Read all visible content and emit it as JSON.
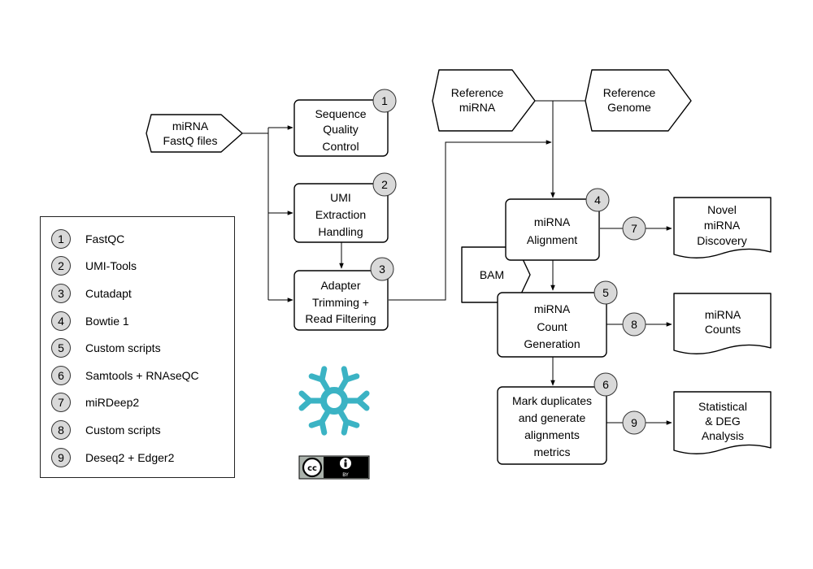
{
  "inputs": {
    "fastq": [
      "miRNA",
      "FastQ files"
    ],
    "ref_mirna": [
      "Reference",
      "miRNA"
    ],
    "ref_genome": [
      "Reference",
      "Genome"
    ],
    "bam": "BAM"
  },
  "steps": {
    "qc": {
      "lines": [
        "Sequence",
        "Quality",
        "Control"
      ],
      "badge": "1"
    },
    "umi": {
      "lines": [
        "UMI",
        "Extraction",
        "Handling"
      ],
      "badge": "2"
    },
    "adapter": {
      "lines": [
        "Adapter",
        "Trimming +",
        "Read Filtering"
      ],
      "badge": "3"
    },
    "alignment": {
      "lines": [
        "miRNA",
        "Alignment"
      ],
      "badge": "4"
    },
    "count": {
      "lines": [
        "miRNA",
        "Count",
        "Generation"
      ],
      "badge": "5"
    },
    "markdup": {
      "lines": [
        "Mark duplicates",
        "and generate",
        "alignments",
        "metrics"
      ],
      "badge": "6"
    }
  },
  "connectors": {
    "novel": "7",
    "counts": "8",
    "stats": "9"
  },
  "outputs": {
    "novel": [
      "Novel",
      "miRNA",
      "Discovery"
    ],
    "counts": [
      "miRNA",
      "Counts"
    ],
    "stats": [
      "Statistical",
      "& DEG",
      "Analysis"
    ]
  },
  "legend": [
    {
      "num": "1",
      "label": "FastQC"
    },
    {
      "num": "2",
      "label": "UMI-Tools"
    },
    {
      "num": "3",
      "label": "Cutadapt"
    },
    {
      "num": "4",
      "label": "Bowtie 1"
    },
    {
      "num": "5",
      "label": "Custom scripts"
    },
    {
      "num": "6",
      "label": "Samtools + RNAseQC"
    },
    {
      "num": "7",
      "label": "miRDeep2"
    },
    {
      "num": "8",
      "label": "Custom scripts"
    },
    {
      "num": "9",
      "label": "Deseq2 + Edger2"
    }
  ],
  "logo_color": "#3bb3c4",
  "license_badge": {
    "cc": "cc",
    "by": "BY"
  }
}
